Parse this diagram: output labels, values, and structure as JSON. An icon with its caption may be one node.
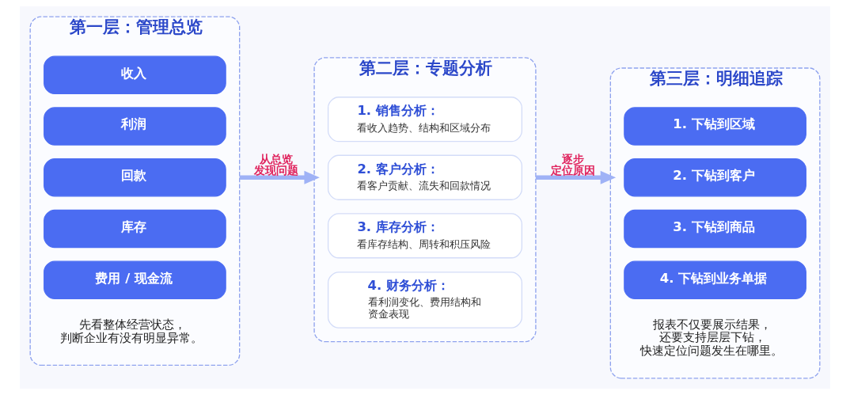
{
  "diagram": {
    "nodes": [
      {
        "text": [
          "第一层：管理总览",
          "先看整体经营状态，判断企业有没有明显异常。"
        ]
      },
      {
        "text": [
          "收入"
        ],
        "in": 0
      },
      {
        "text": [
          "利润"
        ],
        "in": 0
      },
      {
        "text": [
          "回款"
        ],
        "in": 0
      },
      {
        "text": [
          "库存"
        ],
        "in": 0
      },
      {
        "text": [
          "费用 / 现金流"
        ],
        "in": 0
      },
      {
        "text": [
          "第二层：专题分析"
        ]
      },
      {
        "text": [
          "1. 销售分析：",
          "看收入趋势、结构和区域分布"
        ],
        "in": 6
      },
      {
        "text": [
          "2. 客户分析：",
          "看客户贡献、流失和回款情况"
        ],
        "in": 6
      },
      {
        "text": [
          "3. 库存分析：",
          "看库存结构、周转和积压风险"
        ],
        "in": 6
      },
      {
        "text": [
          "4. 财务分析：",
          "看利润变化、费用结构和资金表现"
        ],
        "in": 6
      },
      {
        "text": [
          "第三层：明细追踪",
          "报表不仅要展示结果，还要支持层层下钻，快速定位问题发生在哪里。"
        ]
      },
      {
        "text": [
          "1. 下钻到区域"
        ],
        "in": 11
      },
      {
        "text": [
          "2. 下钻到客户"
        ],
        "in": 11
      },
      {
        "text": [
          "3. 下钻到商品"
        ],
        "in": 11
      },
      {
        "text": [
          "4. 下钻到业务单据"
        ],
        "in": 11
      }
    ],
    "edges": [
      {
        "from": 0,
        "to": 6,
        "arrow": "to",
        "label": "从总览发现问题"
      },
      {
        "from": 6,
        "to": 11,
        "arrow": "to",
        "label": "逐步定位原因"
      }
    ]
  }
}
